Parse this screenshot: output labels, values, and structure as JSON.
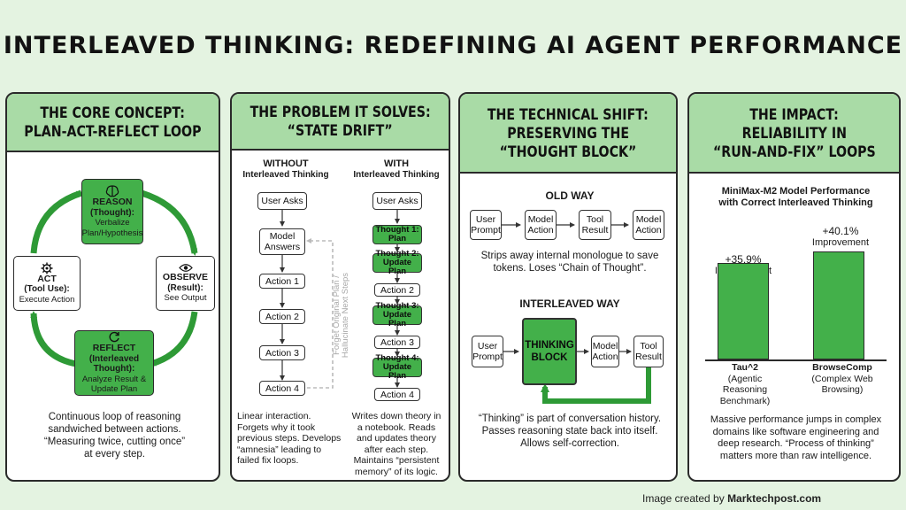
{
  "title": "INTERLEAVED THINKING: REDEFINING AI AGENT PERFORMANCE",
  "credit_prefix": "Image created by ",
  "credit_brand": "Marktechpost.com",
  "panel1": {
    "head1": "THE CORE CONCEPT:",
    "head2": "PLAN-ACT-REFLECT LOOP",
    "reason": {
      "title": "REASON",
      "bold": "(Thought):",
      "sub1": "Verbalize",
      "sub2": "Plan/Hypothesis",
      "icon": "brain-icon"
    },
    "observe": {
      "title": "OBSERVE",
      "bold": "(Result):",
      "sub1": "See Output",
      "icon": "eye-icon"
    },
    "act": {
      "title": "ACT",
      "bold": "(Tool Use):",
      "sub1": "Execute Action",
      "icon": "gear-icon"
    },
    "reflect": {
      "title": "REFLECT",
      "bold": "(Interleaved Thought):",
      "sub1": "Analyze Result &",
      "sub2": "Update Plan",
      "icon": "refresh-icon"
    },
    "desc1": "Continuous loop of reasoning",
    "desc2": "sandwiched between actions.",
    "desc3": "“Measuring twice, cutting once”",
    "desc4": "at every step."
  },
  "panel2": {
    "head1": "THE PROBLEM IT SOLVES:",
    "head2": "“STATE DRIFT”",
    "without_title": "WITHOUT",
    "without_sub": "Interleaved Thinking",
    "with_title": "WITH",
    "with_sub": "Interleaved Thinking",
    "left_boxes": [
      "User Asks",
      "Model Answers",
      "Action 1",
      "Action 2",
      "Action 3",
      "Action 4"
    ],
    "right_boxes": [
      "User Asks",
      "Thought 1: Plan",
      "Thought 2: Update Plan",
      "Action 2",
      "Thought 3: Update Plan",
      "Action 3",
      "Thought 4: Update Plan",
      "Action 4"
    ],
    "dashed1": "Forget Original Plan /",
    "dashed2": "Hallucinate Next Steps",
    "left_desc": [
      "Linear interaction.",
      "Forgets why it took",
      "previous steps. Develops",
      "“amnesia” leading to",
      "failed fix loops."
    ],
    "right_desc": [
      "Writes down theory in",
      "a notebook. Reads",
      "and updates theory",
      "after each step.",
      "Maintains “persistent",
      "memory” of its logic."
    ]
  },
  "panel3": {
    "head1": "THE TECHNICAL SHIFT:",
    "head2": "PRESERVING THE",
    "head3": "“THOUGHT BLOCK”",
    "old_title": "OLD WAY",
    "old_boxes": [
      "User Prompt",
      "Model Action",
      "Tool Result",
      "Model Action"
    ],
    "old_desc1": "Strips away internal monologue to save",
    "old_desc2": "tokens. Loses “Chain of Thought”.",
    "new_title": "INTERLEAVED WAY",
    "new_boxes": [
      "User Prompt",
      "THINKING BLOCK",
      "Model Action",
      "Tool Result"
    ],
    "new_desc1": "“Thinking” is part of conversation history.",
    "new_desc2": "Passes reasoning state back into itself.",
    "new_desc3": "Allows self-correction."
  },
  "panel4": {
    "head1": "THE IMPACT:",
    "head2": "RELIABILITY IN",
    "head3": "“RUN-AND-FIX” LOOPS",
    "chart_title1": "MiniMax-M2 Model Performance",
    "chart_title2": "with Correct Interleaved Thinking",
    "desc": [
      "Massive performance jumps in complex",
      "domains like software engineering and",
      "deep research. “Process of thinking”",
      "matters more than raw intelligence."
    ]
  },
  "chart_data": {
    "type": "bar",
    "title": "MiniMax-M2 Model Performance with Correct Interleaved Thinking",
    "categories": [
      "Tau^2",
      "BrowseComp"
    ],
    "category_notes": [
      "(Agentic Reasoning Benchmark)",
      "(Complex Web Browsing)"
    ],
    "values": [
      35.9,
      40.1
    ],
    "value_labels": [
      "+35.9%",
      "+40.1%"
    ],
    "value_sub": "Improvement",
    "unit": "%",
    "ylim": [
      0,
      40.1
    ],
    "grid": false,
    "bar_color": "#43b04a"
  },
  "colors": {
    "background": "#e4f3e1",
    "header": "#a9dba6",
    "green": "#43b04a",
    "arrow": "#2e9a36"
  }
}
